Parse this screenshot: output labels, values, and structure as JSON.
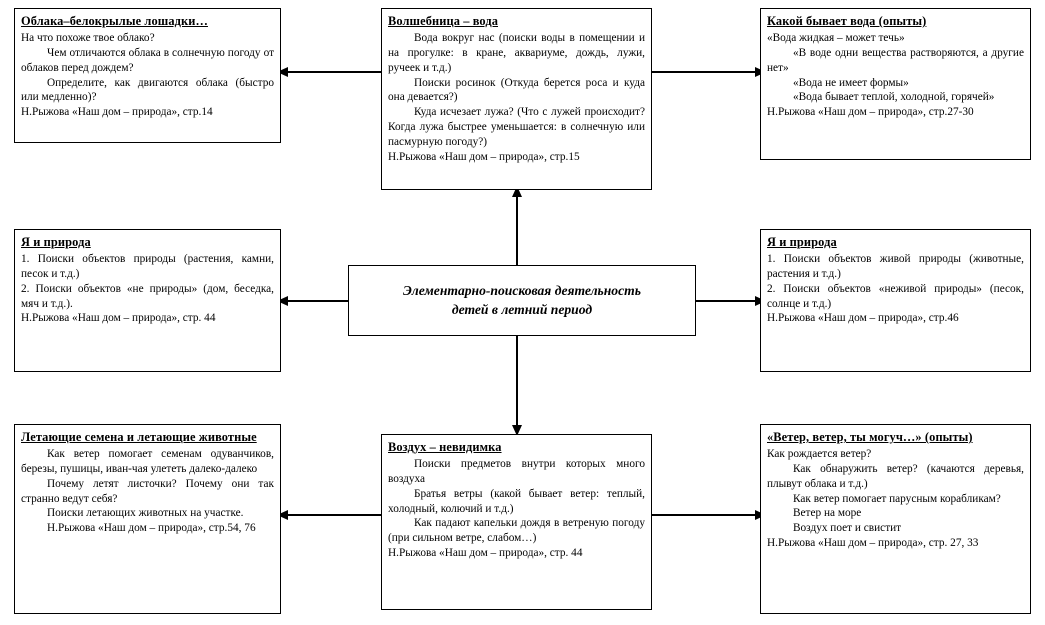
{
  "diagram": {
    "center": {
      "label": "Элементарно-поисковая деятельность детей в летний период",
      "line1": "Элементарно-поисковая деятельность",
      "line2": "детей в летний период"
    },
    "nodes": {
      "clouds": {
        "title": "Облака–белокрылые лошадки…",
        "lines": [
          "На что похоже твое облако?",
          "Чем отличаются облака в солнечную погоду от облаков перед дождем?",
          "Определите, как двигаются облака (быстро или медленно)?",
          "Н.Рыжова «Наш дом – природа», стр.14"
        ]
      },
      "water_magician": {
        "title": "Волшебница – вода",
        "lines": [
          "Вода вокруг нас (поиски воды в помещении и на прогулке: в кране, аквариуме, дождь, лужи, ручеек и т.д.)",
          "Поиски росинок (Откуда берется роса и куда она девается?)",
          "Куда исчезает лужа? (Что с лужей происходит? Когда лужа быстрее уменьшается: в солнечную или пасмурную погоду?)",
          "Н.Рыжова «Наш дом – природа», стр.15"
        ]
      },
      "water_kinds": {
        "title": "Какой бывает вода (опыты)",
        "lines": [
          "«Вода жидкая – может течь»",
          "«В воде одни вещества растворяются, а другие нет»",
          "«Вода не имеет формы»",
          "«Вода бывает теплой, холодной, горячей»",
          "Н.Рыжова «Наш дом – природа», стр.27-30"
        ]
      },
      "me_and_nature_left": {
        "title": "Я и природа",
        "lines": [
          "1. Поиски объектов природы (растения, камни, песок и т.д.)",
          "2. Поиски объектов «не природы» (дом, беседка, мяч и т.д.).",
          "Н.Рыжова «Наш дом – природа», стр. 44"
        ]
      },
      "me_and_nature_right": {
        "title": "Я и природа",
        "lines": [
          "1. Поиски объектов живой природы (животные, растения и т.д.)",
          "2. Поиски объектов «неживой природы» (песок, солнце и т.д.)",
          "Н.Рыжова «Наш дом – природа», стр.46"
        ]
      },
      "flying_seeds": {
        "title": "Летающие семена и летающие животные",
        "lines": [
          "Как ветер помогает семенам одуванчиков, березы, пушицы, иван-чая улететь далеко-далеко",
          "Почему летят листочки? Почему они так странно ведут себя?",
          "Поиски летающих животных на участке.",
          "Н.Рыжова «Наш дом – природа», стр.54, 76"
        ]
      },
      "air_invisible": {
        "title": "Воздух – невидимка",
        "lines": [
          "Поиски предметов внутри которых много воздуха",
          "Братья ветры (какой бывает ветер: теплый, холодный, колючий и т.д.)",
          "Как падают капельки дождя в ветреную погоду (при сильном ветре, слабом…)",
          "Н.Рыжова «Наш дом – природа», стр. 44"
        ]
      },
      "wind_mighty": {
        "title": "«Ветер, ветер, ты могуч…» (опыты)",
        "lines": [
          "Как рождается ветер?",
          "Как обнаружить ветер? (качаются деревья, плывут облака и т.д.)",
          "Как ветер помогает парусным корабликам?",
          "Ветер на море",
          "Воздух поет и свистит",
          "Н.Рыжова «Наш дом – природа», стр. 27, 33"
        ]
      }
    },
    "colors": {
      "border": "#000000",
      "background": "#ffffff",
      "text": "#000000"
    }
  }
}
